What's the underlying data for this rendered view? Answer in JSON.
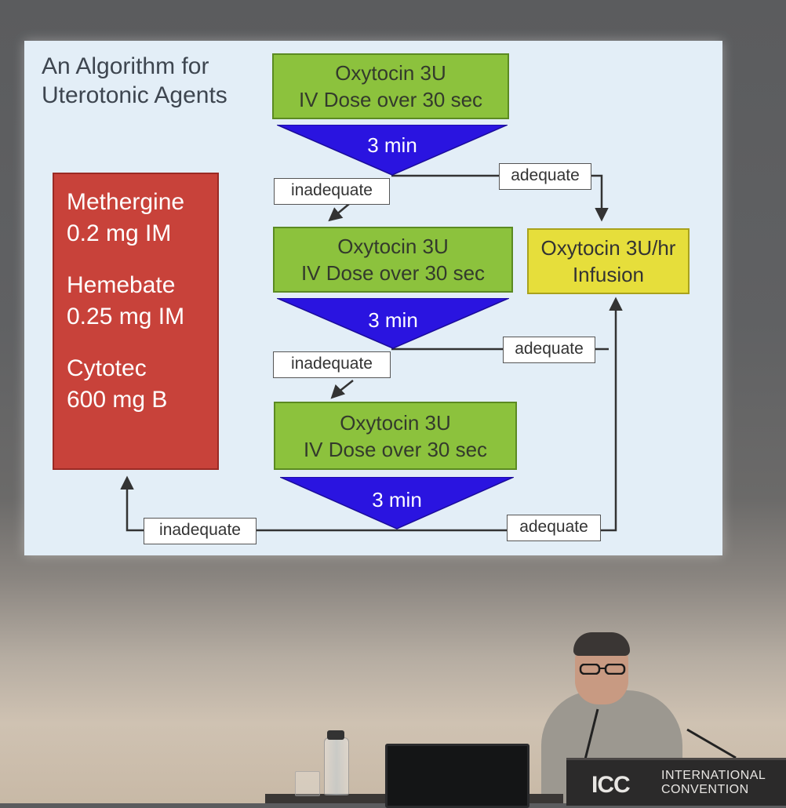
{
  "slide": {
    "title_line1": "An Algorithm for",
    "title_line2": "Uterotonic Agents",
    "steps": [
      {
        "line1": "Oxytocin 3U",
        "line2": "IV Dose over 30 sec",
        "wait": "3 min"
      },
      {
        "line1": "Oxytocin 3U",
        "line2": "IV Dose over 30 sec",
        "wait": "3 min"
      },
      {
        "line1": "Oxytocin 3U",
        "line2": "IV Dose over 30 sec",
        "wait": "3 min"
      }
    ],
    "infusion": {
      "line1": "Oxytocin 3U/hr",
      "line2": "Infusion"
    },
    "second_line_agents": [
      {
        "name": "Methergine",
        "dose": "0.2 mg IM"
      },
      {
        "name": "Hemebate",
        "dose": "0.25 mg IM"
      },
      {
        "name": "Cytotec",
        "dose": "600 mg B"
      }
    ],
    "labels": {
      "inadequate": "inadequate",
      "adequate": "adequate"
    },
    "colors": {
      "slide_bg": "#e3eef7",
      "step_green": "#8cc23d",
      "wait_blue": "#2a14e0",
      "infusion_yellow": "#e6de3b",
      "agents_red": "#c8423a"
    }
  },
  "venue": {
    "logo": "ICC",
    "name_line1": "INTERNATIONAL",
    "name_line2": "CONVENTION"
  }
}
